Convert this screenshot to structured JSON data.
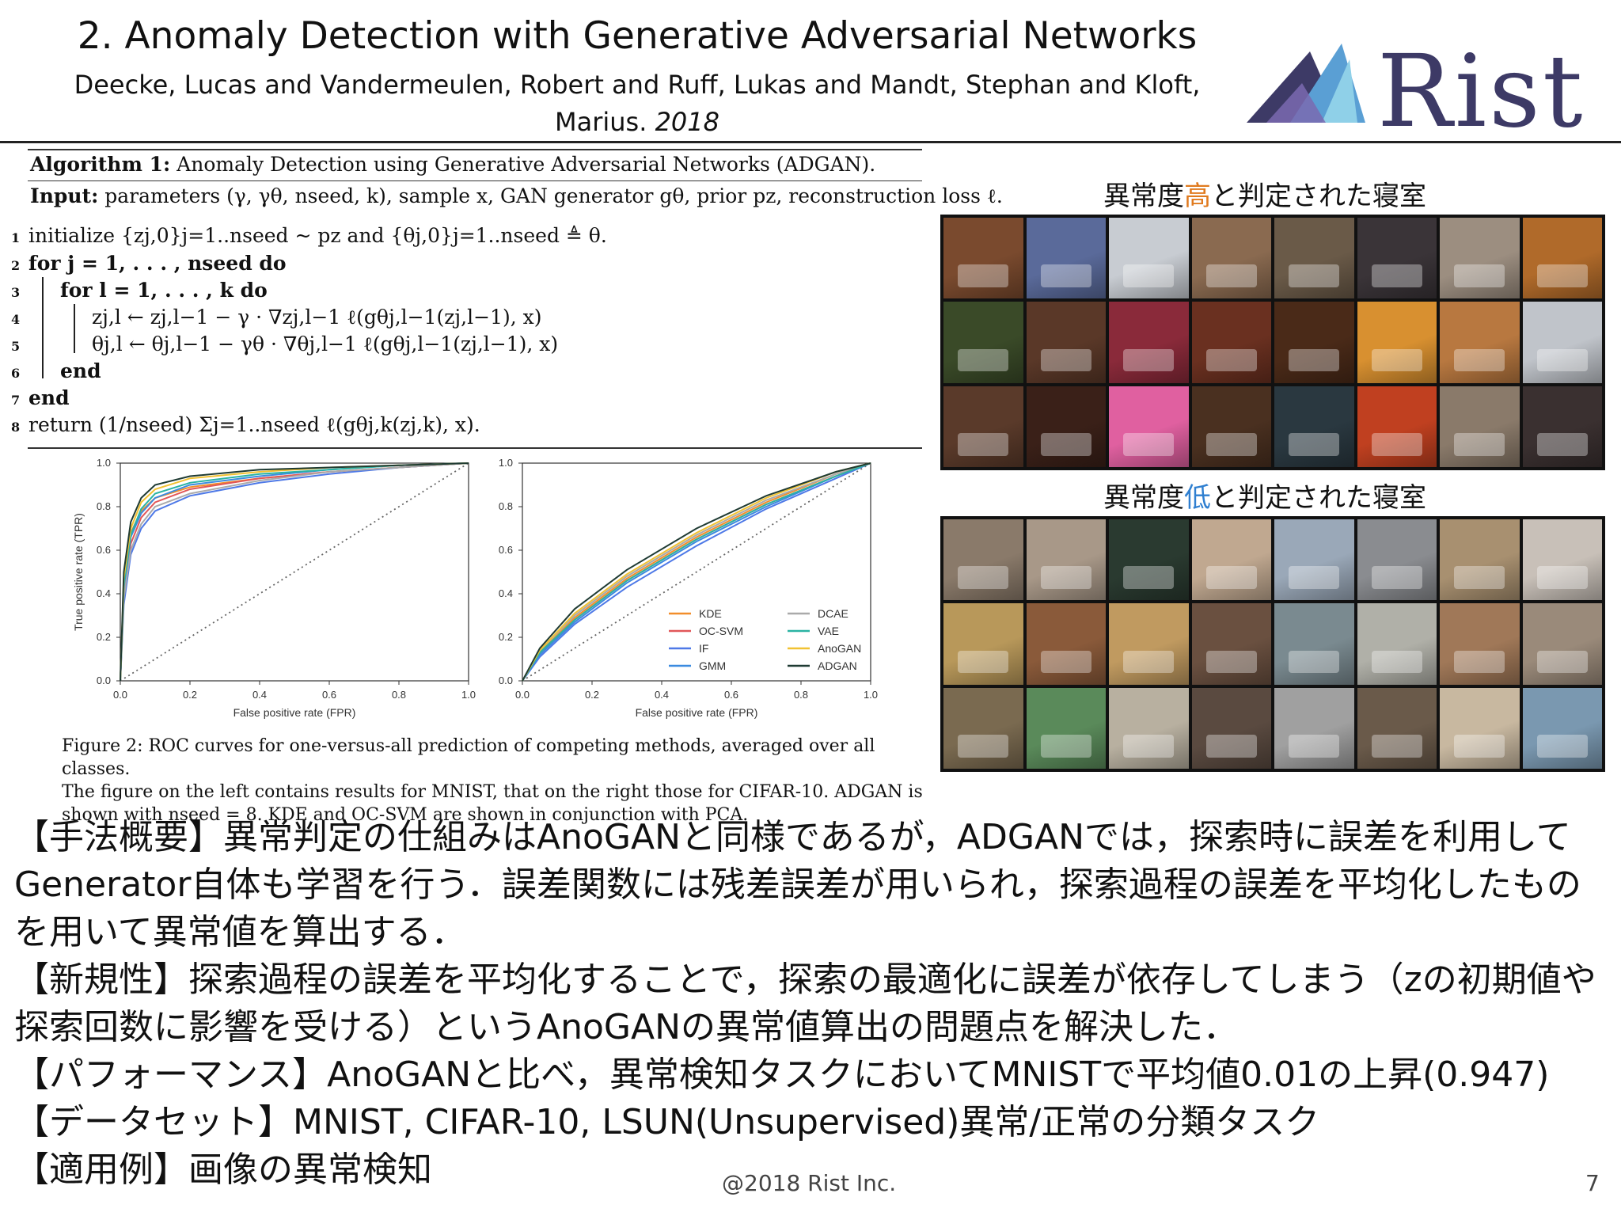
{
  "header": {
    "title": "2. Anomaly Detection with Generative Adversarial Networks",
    "authors_line1": "Deecke, Lucas and Vandermeulen, Robert and Ruff, Lukas and Mandt, Stephan and Kloft,",
    "authors_line2": "Marius.",
    "year": "2018",
    "logo_text": "Rist"
  },
  "algorithm": {
    "title_bold": "Algorithm 1:",
    "title_rest": " Anomaly Detection using Generative Adversarial Networks (ADGAN).",
    "input_bold": "Input:",
    "input_rest": " parameters (γ, γθ, nseed, k), sample x, GAN generator gθ, prior pz, reconstruction loss ℓ.",
    "lines": [
      {
        "num": "1",
        "text": "initialize {zj,0}j=1..nseed ~ pz and {θj,0}j=1..nseed ≜ θ."
      },
      {
        "num": "2",
        "text": "for j = 1, . . . , nseed do"
      },
      {
        "num": "3",
        "text": "for l = 1, . . . , k do"
      },
      {
        "num": "4",
        "text": "zj,l ← zj,l−1 − γ · ∇zj,l−1 ℓ(gθj,l−1(zj,l−1), x)"
      },
      {
        "num": "5",
        "text": "θj,l ← θj,l−1 − γθ · ∇θj,l−1 ℓ(gθj,l−1(zj,l−1), x)"
      },
      {
        "num": "6",
        "text": "end"
      },
      {
        "num": "7",
        "text": "end"
      },
      {
        "num": "8",
        "text": "return (1/nseed) Σj=1..nseed ℓ(gθj,k(zj,k), x)."
      }
    ]
  },
  "chart_data": [
    {
      "type": "line",
      "panel": "left",
      "xlabel": "False positive rate (FPR)",
      "ylabel": "True positive rate (TPR)",
      "xlim": [
        0,
        1
      ],
      "ylim": [
        0,
        1
      ],
      "xticks": [
        "0.0",
        "0.2",
        "0.4",
        "0.6",
        "0.8",
        "1.0"
      ],
      "yticks": [
        "0.0",
        "0.2",
        "0.4",
        "0.6",
        "0.8",
        "1.0"
      ],
      "series": [
        {
          "name": "KDE",
          "color": "#f28e2b",
          "x": [
            0,
            0.01,
            0.03,
            0.06,
            0.1,
            0.2,
            0.4,
            0.6,
            0.8,
            1.0
          ],
          "y": [
            0,
            0.45,
            0.68,
            0.78,
            0.84,
            0.89,
            0.93,
            0.96,
            0.98,
            1.0
          ]
        },
        {
          "name": "OC-SVM",
          "color": "#e15759",
          "x": [
            0,
            0.01,
            0.03,
            0.06,
            0.1,
            0.2,
            0.4,
            0.6,
            0.8,
            1.0
          ],
          "y": [
            0,
            0.4,
            0.63,
            0.75,
            0.82,
            0.88,
            0.93,
            0.96,
            0.98,
            1.0
          ]
        },
        {
          "name": "IF",
          "color": "#4e79e7",
          "x": [
            0,
            0.01,
            0.03,
            0.06,
            0.1,
            0.2,
            0.4,
            0.6,
            0.8,
            1.0
          ],
          "y": [
            0,
            0.35,
            0.58,
            0.7,
            0.78,
            0.85,
            0.91,
            0.95,
            0.98,
            1.0
          ]
        },
        {
          "name": "GMM",
          "color": "#3b8be0",
          "x": [
            0,
            0.01,
            0.03,
            0.06,
            0.1,
            0.2,
            0.4,
            0.6,
            0.8,
            1.0
          ],
          "y": [
            0,
            0.42,
            0.66,
            0.77,
            0.84,
            0.9,
            0.94,
            0.97,
            0.99,
            1.0
          ]
        },
        {
          "name": "DCAE",
          "color": "#aaaaaa",
          "x": [
            0,
            0.01,
            0.03,
            0.06,
            0.1,
            0.2,
            0.4,
            0.6,
            0.8,
            1.0
          ],
          "y": [
            0,
            0.38,
            0.6,
            0.72,
            0.8,
            0.86,
            0.92,
            0.96,
            0.98,
            1.0
          ]
        },
        {
          "name": "VAE",
          "color": "#2ab3a3",
          "x": [
            0,
            0.01,
            0.03,
            0.06,
            0.1,
            0.2,
            0.4,
            0.6,
            0.8,
            1.0
          ],
          "y": [
            0,
            0.44,
            0.67,
            0.79,
            0.86,
            0.91,
            0.95,
            0.97,
            0.99,
            1.0
          ]
        },
        {
          "name": "AnoGAN",
          "color": "#f1c232",
          "x": [
            0,
            0.01,
            0.03,
            0.06,
            0.1,
            0.2,
            0.4,
            0.6,
            0.8,
            1.0
          ],
          "y": [
            0,
            0.47,
            0.7,
            0.82,
            0.88,
            0.93,
            0.96,
            0.98,
            0.99,
            1.0
          ]
        },
        {
          "name": "ADGAN",
          "color": "#1f3b33",
          "x": [
            0,
            0.01,
            0.03,
            0.06,
            0.1,
            0.2,
            0.4,
            0.6,
            0.8,
            1.0
          ],
          "y": [
            0,
            0.5,
            0.73,
            0.84,
            0.9,
            0.94,
            0.97,
            0.98,
            0.99,
            1.0
          ]
        }
      ]
    },
    {
      "type": "line",
      "panel": "right",
      "xlabel": "False positive rate (FPR)",
      "ylabel": "",
      "xlim": [
        0,
        1
      ],
      "ylim": [
        0,
        1
      ],
      "xticks": [
        "0.0",
        "0.2",
        "0.4",
        "0.6",
        "0.8",
        "1.0"
      ],
      "yticks": [
        "0.0",
        "0.2",
        "0.4",
        "0.6",
        "0.8",
        "1.0"
      ],
      "legend": "bottom-right",
      "series": [
        {
          "name": "KDE",
          "color": "#f28e2b",
          "x": [
            0,
            0.05,
            0.15,
            0.3,
            0.5,
            0.7,
            0.9,
            1.0
          ],
          "y": [
            0,
            0.13,
            0.29,
            0.47,
            0.66,
            0.82,
            0.95,
            1.0
          ]
        },
        {
          "name": "OC-SVM",
          "color": "#e15759",
          "x": [
            0,
            0.05,
            0.15,
            0.3,
            0.5,
            0.7,
            0.9,
            1.0
          ],
          "y": [
            0,
            0.12,
            0.28,
            0.46,
            0.65,
            0.81,
            0.94,
            1.0
          ]
        },
        {
          "name": "IF",
          "color": "#4e79e7",
          "x": [
            0,
            0.05,
            0.15,
            0.3,
            0.5,
            0.7,
            0.9,
            1.0
          ],
          "y": [
            0,
            0.11,
            0.26,
            0.43,
            0.62,
            0.79,
            0.93,
            1.0
          ]
        },
        {
          "name": "GMM",
          "color": "#3b8be0",
          "x": [
            0,
            0.05,
            0.15,
            0.3,
            0.5,
            0.7,
            0.9,
            1.0
          ],
          "y": [
            0,
            0.12,
            0.27,
            0.45,
            0.64,
            0.8,
            0.94,
            1.0
          ]
        },
        {
          "name": "DCAE",
          "color": "#aaaaaa",
          "x": [
            0,
            0.05,
            0.15,
            0.3,
            0.5,
            0.7,
            0.9,
            1.0
          ],
          "y": [
            0,
            0.14,
            0.3,
            0.48,
            0.67,
            0.83,
            0.95,
            1.0
          ]
        },
        {
          "name": "VAE",
          "color": "#2ab3a3",
          "x": [
            0,
            0.05,
            0.15,
            0.3,
            0.5,
            0.7,
            0.9,
            1.0
          ],
          "y": [
            0,
            0.13,
            0.28,
            0.46,
            0.65,
            0.81,
            0.94,
            1.0
          ]
        },
        {
          "name": "AnoGAN",
          "color": "#f1c232",
          "x": [
            0,
            0.05,
            0.15,
            0.3,
            0.5,
            0.7,
            0.9,
            1.0
          ],
          "y": [
            0,
            0.14,
            0.31,
            0.49,
            0.68,
            0.84,
            0.96,
            1.0
          ]
        },
        {
          "name": "ADGAN",
          "color": "#1f3b33",
          "x": [
            0,
            0.05,
            0.15,
            0.3,
            0.5,
            0.7,
            0.9,
            1.0
          ],
          "y": [
            0,
            0.15,
            0.33,
            0.51,
            0.7,
            0.85,
            0.96,
            1.0
          ]
        }
      ]
    }
  ],
  "roc_ylabel": "True positive rate (TPR)",
  "caption": {
    "line1": "Figure 2: ROC curves for one-versus-all prediction of competing methods, averaged over all classes.",
    "line2": "The figure on the left contains results for MNIST, that on the right those for CIFAR-10. ADGAN is",
    "line3": "shown with nseed = 8. KDE and OC-SVM are shown in conjunction with PCA."
  },
  "grids": {
    "high": {
      "prefix": "異常度",
      "highlight": "高",
      "suffix": "と判定された寝室",
      "highlight_color": "#e07a1e",
      "tile_colors": [
        "#7a4a2e",
        "#5a6a9a",
        "#c8ccd2",
        "#8a6a50",
        "#6a5a48",
        "#3a3438",
        "#9c8e80",
        "#b06a2a",
        "#3a4a28",
        "#5a3828",
        "#8a2a3a",
        "#6a3020",
        "#4a2a18",
        "#d89030",
        "#b87840",
        "#c0c4ca",
        "#5a3a2a",
        "#3a2018",
        "#e060a0",
        "#4a3020",
        "#2a3840",
        "#c04020",
        "#8a7a6a",
        "#3a3030"
      ]
    },
    "low": {
      "prefix": "異常度",
      "highlight": "低",
      "suffix": "と判定された寝室",
      "highlight_color": "#2f7fd0",
      "tile_colors": [
        "#8a7a6a",
        "#a89888",
        "#2a3a30",
        "#c0a890",
        "#9aa8b8",
        "#8a8c90",
        "#a89070",
        "#c8c0b8",
        "#b8985a",
        "#8a5a3a",
        "#c09a60",
        "#6a5040",
        "#7a8a90",
        "#b0b0a8",
        "#a07858",
        "#9a8a7a",
        "#7a6a50",
        "#5a8a5a",
        "#b8b0a0",
        "#5a4a40",
        "#a0a0a0",
        "#6a5a4a",
        "#c8b8a0",
        "#7a98b0"
      ]
    }
  },
  "body": {
    "p1": "【手法概要】異常判定の仕組みはAnoGANと同様であるが，ADGANでは，探索時に誤差を利用してGenerator自体も学習を行う．誤差関数には残差誤差が用いられ，探索過程の誤差を平均化したものを用いて異常値を算出する．",
    "p2": "【新規性】探索過程の誤差を平均化することで，探索の最適化に誤差が依存してしまう（zの初期値や探索回数に影響を受ける）というAnoGANの異常値算出の問題点を解決した．",
    "p3": "【パフォーマンス】AnoGANと比べ，異常検知タスクにおいてMNISTで平均値0.01の上昇(0.947)",
    "p4": "【データセット】MNIST, CIFAR-10, LSUN(Unsupervised)異常/正常の分類タスク",
    "p5": "【適用例】画像の異常検知"
  },
  "footer": {
    "copyright": "@2018 Rist Inc.",
    "page": "7"
  }
}
